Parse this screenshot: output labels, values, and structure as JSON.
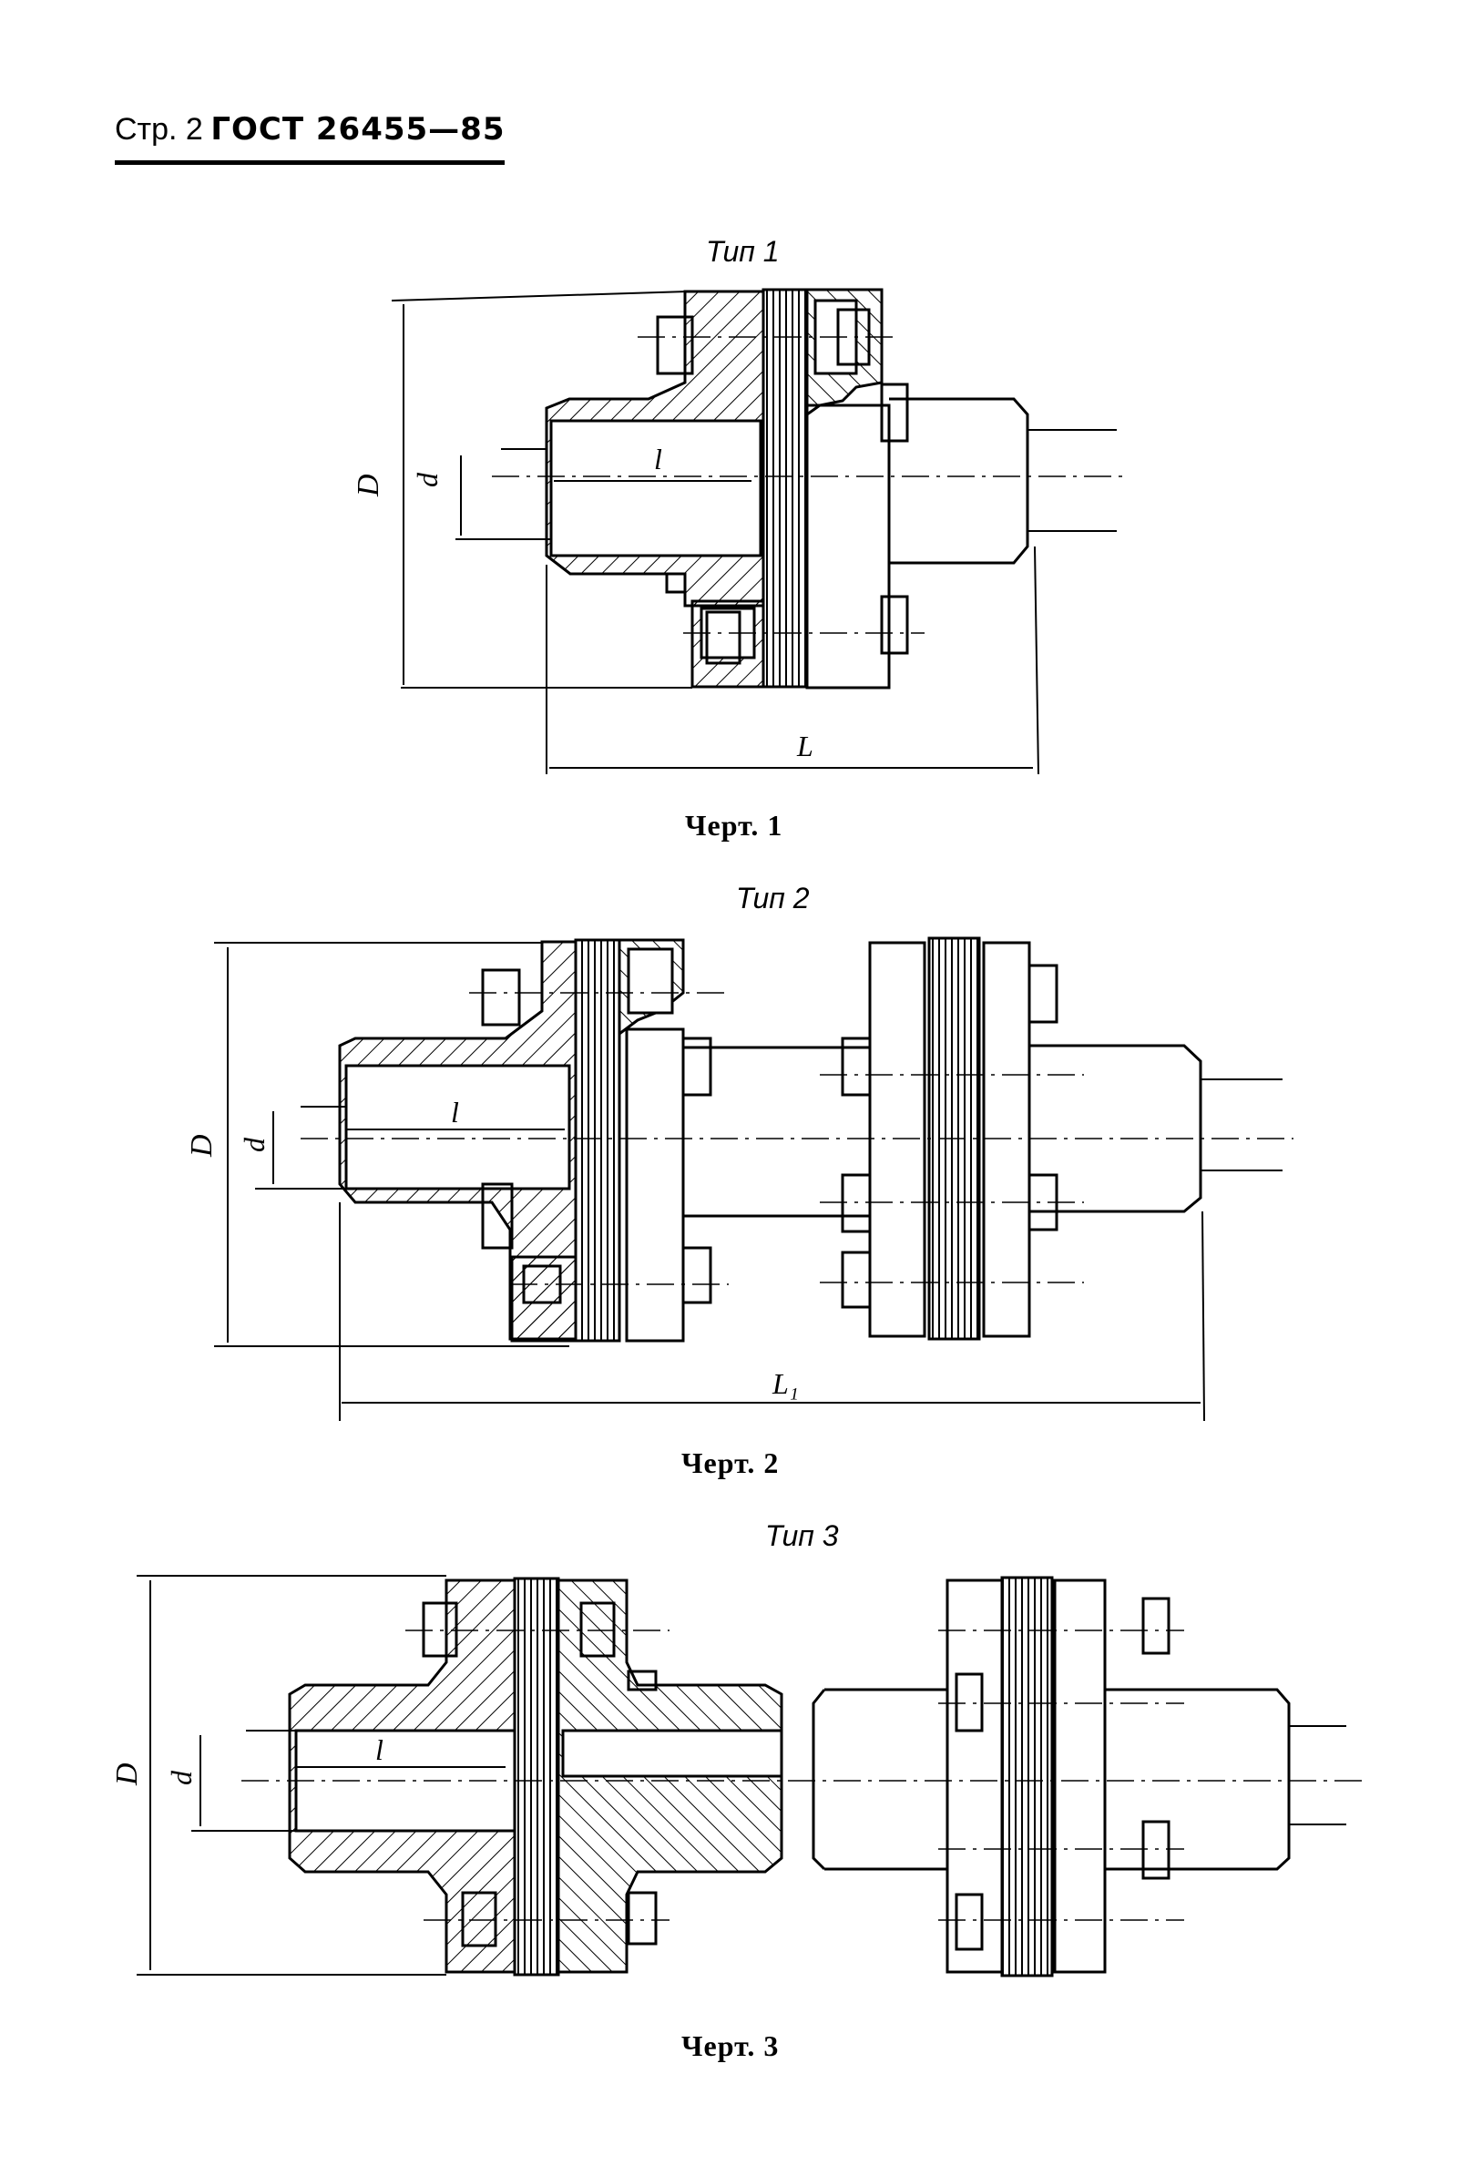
{
  "header": {
    "page": "Стр. 2",
    "standard": "ГОСТ 26455—85"
  },
  "figures": [
    {
      "type_label": "Тип 1",
      "caption": "Черт. 1",
      "dims": {
        "D": "D",
        "d": "d",
        "l": "l",
        "L": "L"
      }
    },
    {
      "type_label": "Тип 2",
      "caption": "Черт. 2",
      "dims": {
        "D": "D",
        "d": "d",
        "l": "l",
        "L": "L₁"
      }
    },
    {
      "type_label": "Тип 3",
      "caption": "Черт. 3",
      "dims": {
        "D": "D",
        "d": "d",
        "l": "l"
      }
    }
  ]
}
